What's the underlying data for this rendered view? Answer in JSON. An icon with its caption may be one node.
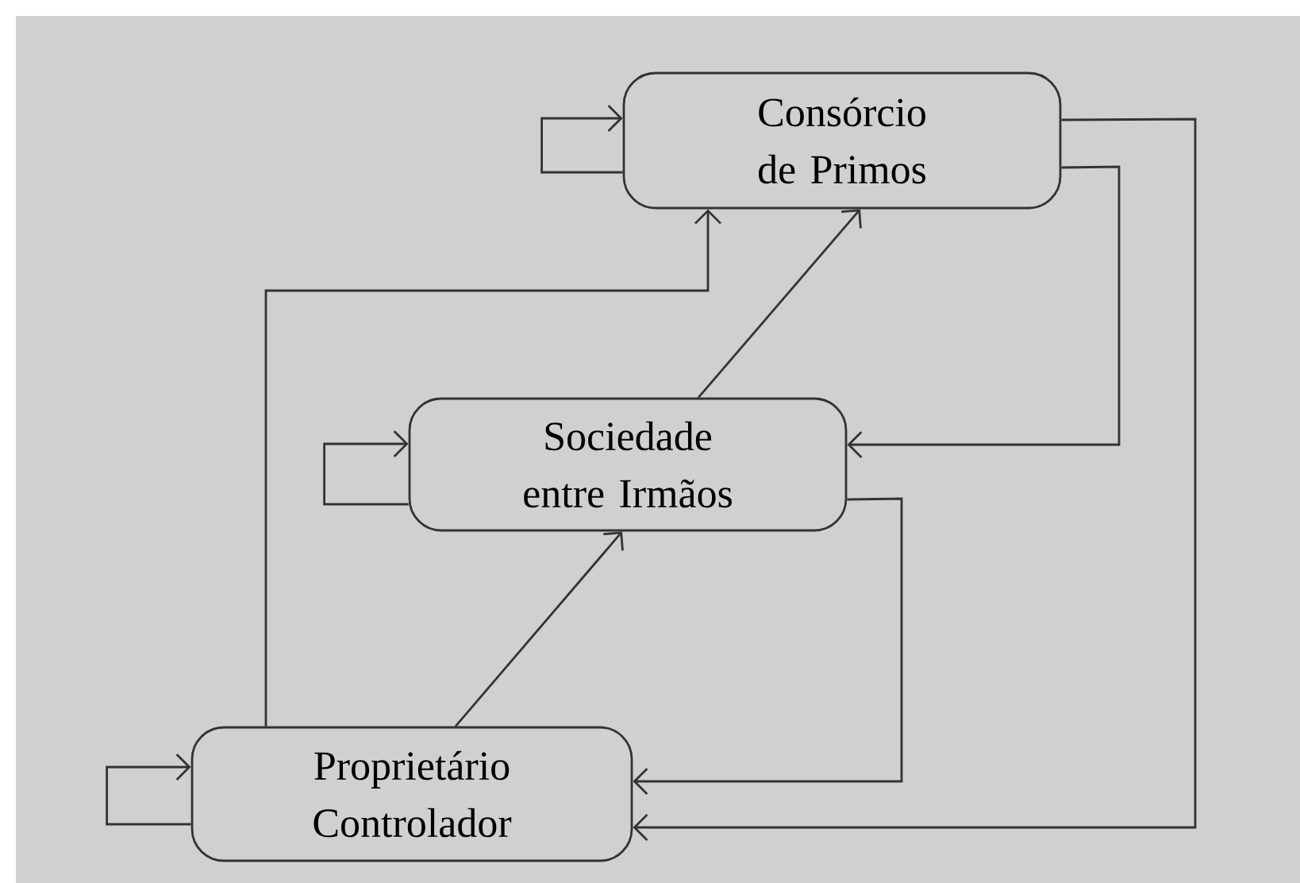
{
  "diagram": {
    "nodes": [
      {
        "text": [
          "Consórcio de Primos"
        ]
      },
      {
        "text": [
          "Sociedade entre Irmãos"
        ]
      },
      {
        "text": [
          "Proprietário Controlador"
        ]
      }
    ],
    "edges": [
      {
        "from": 0,
        "to": 0,
        "arrow": "to"
      },
      {
        "from": 1,
        "to": 1,
        "arrow": "to"
      },
      {
        "from": 2,
        "to": 2,
        "arrow": "to"
      },
      {
        "from": 2,
        "to": 0,
        "arrow": "to"
      },
      {
        "from": 1,
        "to": 0,
        "arrow": "to"
      },
      {
        "from": 2,
        "to": 1,
        "arrow": "to"
      },
      {
        "from": 0,
        "to": 1,
        "arrow": "to"
      },
      {
        "from": 1,
        "to": 2,
        "arrow": "to"
      },
      {
        "from": 0,
        "to": 2,
        "arrow": "to"
      }
    ]
  }
}
